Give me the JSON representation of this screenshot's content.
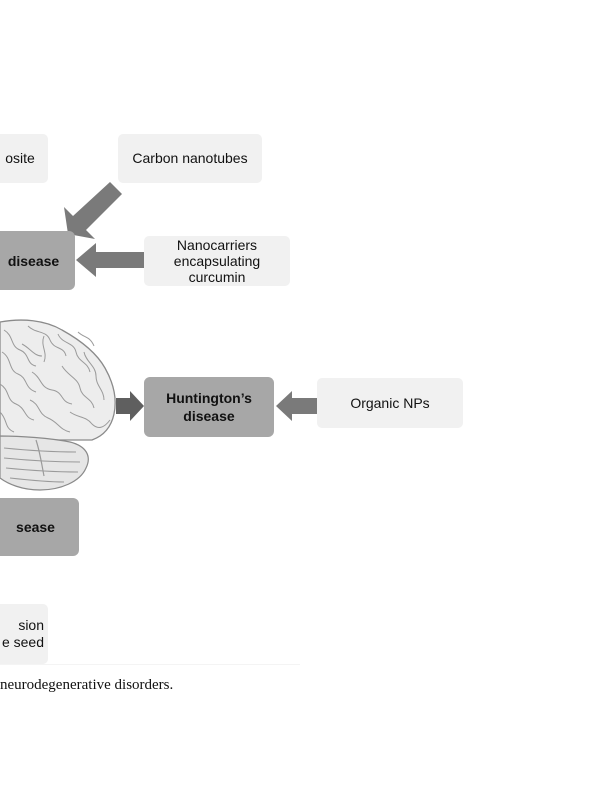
{
  "diagram": {
    "nodes": {
      "composite_partial": "osite",
      "carbon_nanotubes": "Carbon nanotubes",
      "disease_partial_top": "disease",
      "nanocarriers": "Nanocarriers\nencapsulating\ncurcumin",
      "huntingtons": "Huntington’s\ndisease",
      "organic_nps": "Organic NPs",
      "disease_partial_bottom": "sease",
      "seed_partial": "sion\ne seed"
    },
    "edges": [
      {
        "from": "carbon_nanotubes",
        "to": "disease_partial_top"
      },
      {
        "from": "nanocarriers",
        "to": "disease_partial_top"
      },
      {
        "from": "brain",
        "to": "huntingtons"
      },
      {
        "from": "organic_nps",
        "to": "huntingtons"
      }
    ]
  },
  "caption": "neurodegenerative disorders.",
  "colors": {
    "light_box": "#f1f1f1",
    "dark_box": "#a7a7a7",
    "arrow": "#7a7a7a",
    "arrow_dark": "#5f5f5f"
  },
  "icons": {
    "brain": "brain-illustration"
  }
}
